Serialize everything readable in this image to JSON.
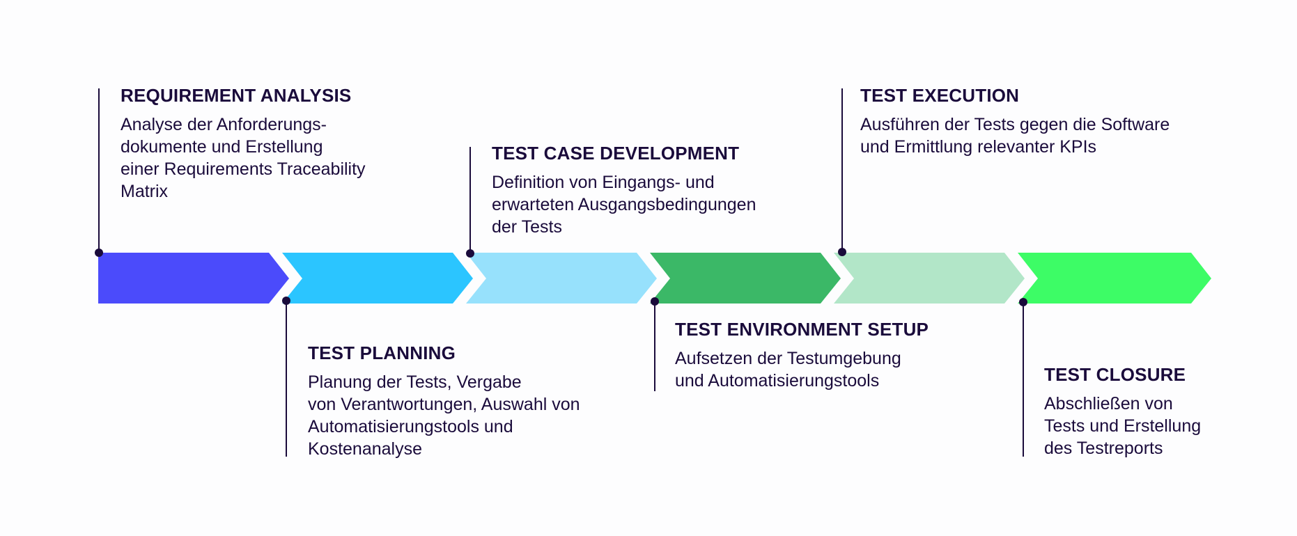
{
  "colors": {
    "text": "#1a0b3b",
    "connector": "#1a0b3b",
    "background": "#fdfdfe"
  },
  "steps": [
    {
      "title": "REQUIREMENT ANALYSIS",
      "description": "Analyse der Anforderungs-\ndokumente und Erstellung\neiner Requirements Traceability\nMatrix",
      "color": "#4b4bfb",
      "label_position": "above"
    },
    {
      "title": "TEST PLANNING",
      "description": "Planung der Tests, Vergabe\nvon Verantwortungen, Auswahl von\nAutomatisierungstools und\nKostenanalyse",
      "color": "#2bc5ff",
      "label_position": "below"
    },
    {
      "title": "TEST CASE DEVELOPMENT",
      "description": "Definition von Eingangs- und\nerwarteten Ausgangsbedingungen\nder Tests",
      "color": "#97e1fc",
      "label_position": "above"
    },
    {
      "title": "TEST ENVIRONMENT SETUP",
      "description": "Aufsetzen der Testumgebung\nund Automatisierungstools",
      "color": "#3bb867",
      "label_position": "below"
    },
    {
      "title": "TEST EXECUTION",
      "description": "Ausführen der Tests gegen die Software\nund Ermittlung relevanter KPIs",
      "color": "#b2e6c8",
      "label_position": "above"
    },
    {
      "title": "TEST CLOSURE",
      "description": "Abschließen von\nTests und Erstellung\ndes Testreports",
      "color": "#3dfc66",
      "label_position": "below"
    }
  ]
}
